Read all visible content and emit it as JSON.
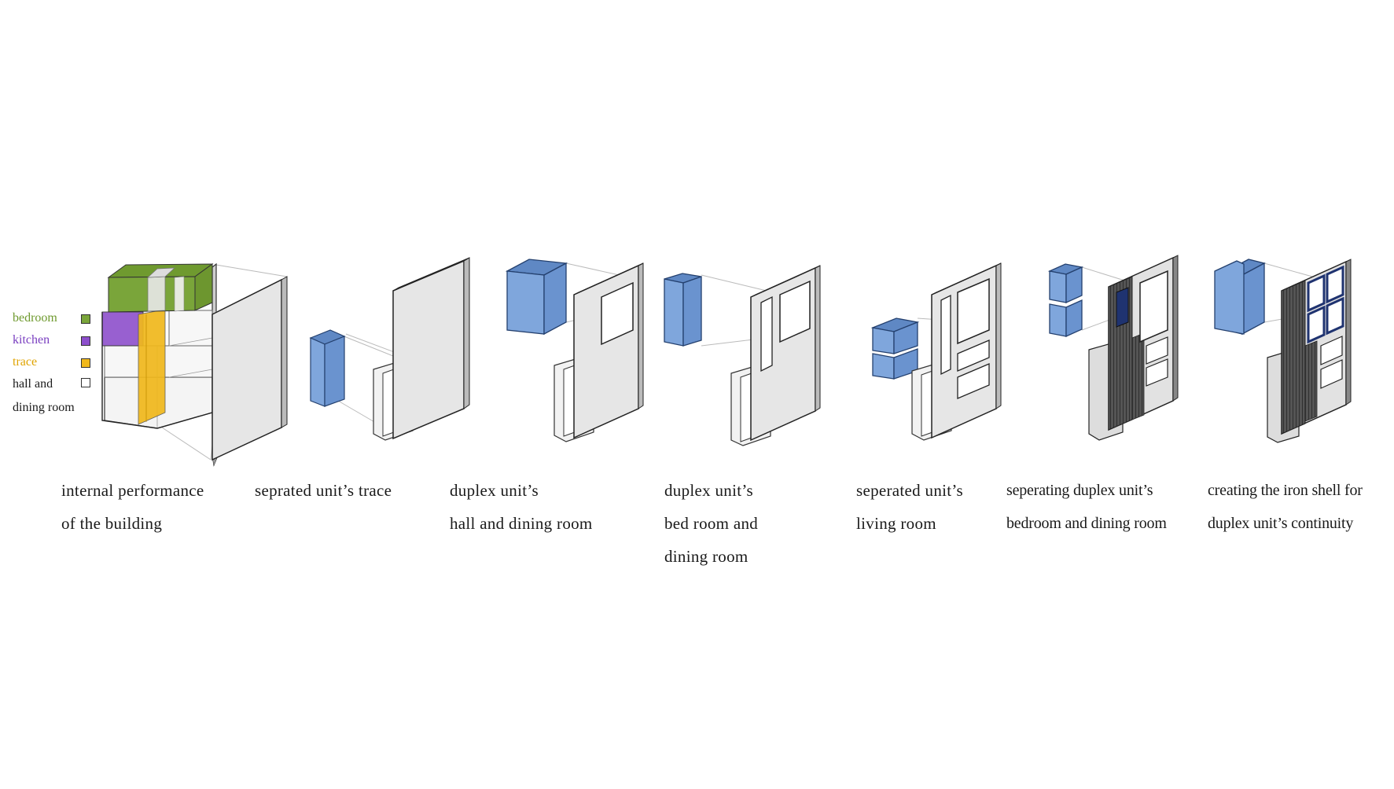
{
  "legend": {
    "items": [
      {
        "label": "bedroom",
        "color": "#7aa53a"
      },
      {
        "label": "kitchen",
        "color": "#8d4fcc"
      },
      {
        "label": "trace",
        "color": "#f0b81c"
      },
      {
        "label": "hall and",
        "label2": "dining room",
        "color": "#ffffff"
      }
    ]
  },
  "colors": {
    "unit_blue": "#7fa6dc",
    "unit_blue_dark": "#24406e",
    "panel": "#e6e6e6",
    "iron": "#333333"
  },
  "steps": [
    {
      "lines": [
        "internal performance",
        "of the building"
      ]
    },
    {
      "lines": [
        "seprated unit’s trace"
      ]
    },
    {
      "lines": [
        "duplex unit’s",
        "hall and dining room"
      ]
    },
    {
      "lines": [
        "duplex unit’s",
        "bed room and",
        "dining room"
      ]
    },
    {
      "lines": [
        "seperated unit’s",
        "living room"
      ]
    },
    {
      "lines": [
        "seperating duplex unit’s",
        "bedroom and dining room"
      ]
    },
    {
      "lines": [
        "creating the iron shell for",
        "duplex unit’s continuity"
      ]
    }
  ]
}
